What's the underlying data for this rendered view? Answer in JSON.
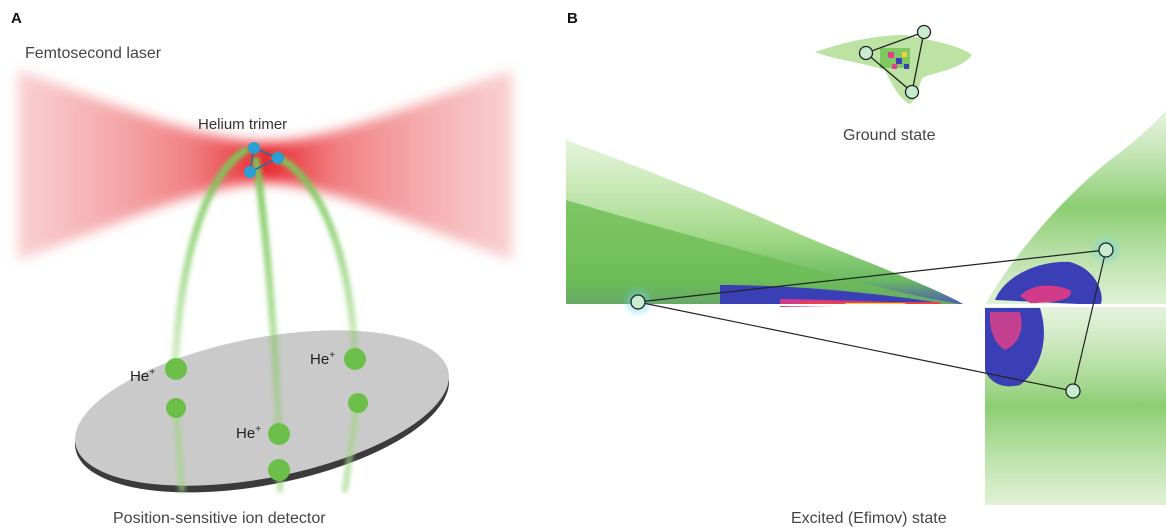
{
  "panel_a": {
    "label": "A",
    "laser_label": "Femtosecond laser",
    "trimer_label": "Helium trimer",
    "ion_label": "He",
    "ion_charge": "+",
    "detector_label": "Position-sensitive ion detector"
  },
  "panel_b": {
    "label": "B",
    "ground_label": "Ground state",
    "excited_label": "Excited (Efimov) state"
  },
  "colors": {
    "laser": "#e8363b",
    "ion_path": "#7cc95a",
    "atom": "#2a9fd6",
    "detector": "#c9c8c8",
    "histogram_low": "#a9d98b",
    "histogram_mid": "#3a3fb5",
    "histogram_high": "#e0408f"
  }
}
